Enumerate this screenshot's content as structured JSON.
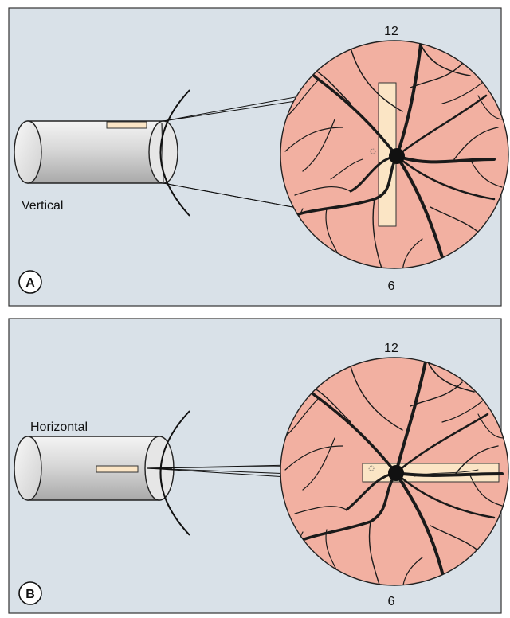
{
  "colors": {
    "panel_background": "#d9e1e8",
    "panel_border": "#333333",
    "fundus": "#f2b0a1",
    "slit_beam": "#fbe5c5",
    "lens_body": "#dcdcdc",
    "vessel": "#1a1a1a"
  },
  "panels": [
    {
      "id": "A",
      "letter": "A",
      "label": "Vertical",
      "clock_top": "12",
      "clock_bottom": "6",
      "beam_orientation": "vertical"
    },
    {
      "id": "B",
      "letter": "B",
      "label": "Horizontal",
      "clock_top": "12",
      "clock_bottom": "6",
      "beam_orientation": "horizontal"
    }
  ]
}
